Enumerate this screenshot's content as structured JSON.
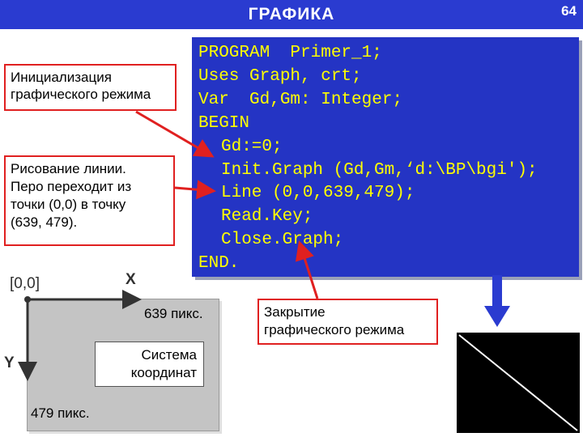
{
  "header": {
    "title": "ГРАФИКА",
    "page_number": "64"
  },
  "notes": {
    "init": [
      "Инициализация",
      "графического режима"
    ],
    "line": [
      "Рисование линии.",
      "Перо переходит из",
      "точки (0,0) в точку",
      "(639, 479)."
    ],
    "close": [
      "Закрытие",
      "графического режима"
    ]
  },
  "code": {
    "lines": [
      "PROGRAM  Primer_1;",
      "Uses Graph, crt;",
      "Var  Gd,Gm: Integer;",
      "BEGIN",
      "Gd:=0;",
      "Init.Graph (Gd,Gm,‘d:\\BP\\bgi');",
      "Line (0,0,639,479);",
      "Read.Key;",
      "Close.Graph;",
      "END."
    ]
  },
  "coords": {
    "origin": "[0,0]",
    "x_axis": "X",
    "y_axis": "Y",
    "width_label": "639 пикс.",
    "height_label": "479 пикс.",
    "system_label": [
      "Система",
      "координат"
    ]
  },
  "colors": {
    "title_bar": "#2a3bd0",
    "code_bg": "#2434c4",
    "code_text": "#ffff00",
    "arrow": "#e02020",
    "note_border": "#e02020",
    "down_arrow": "#2a3bd0"
  }
}
